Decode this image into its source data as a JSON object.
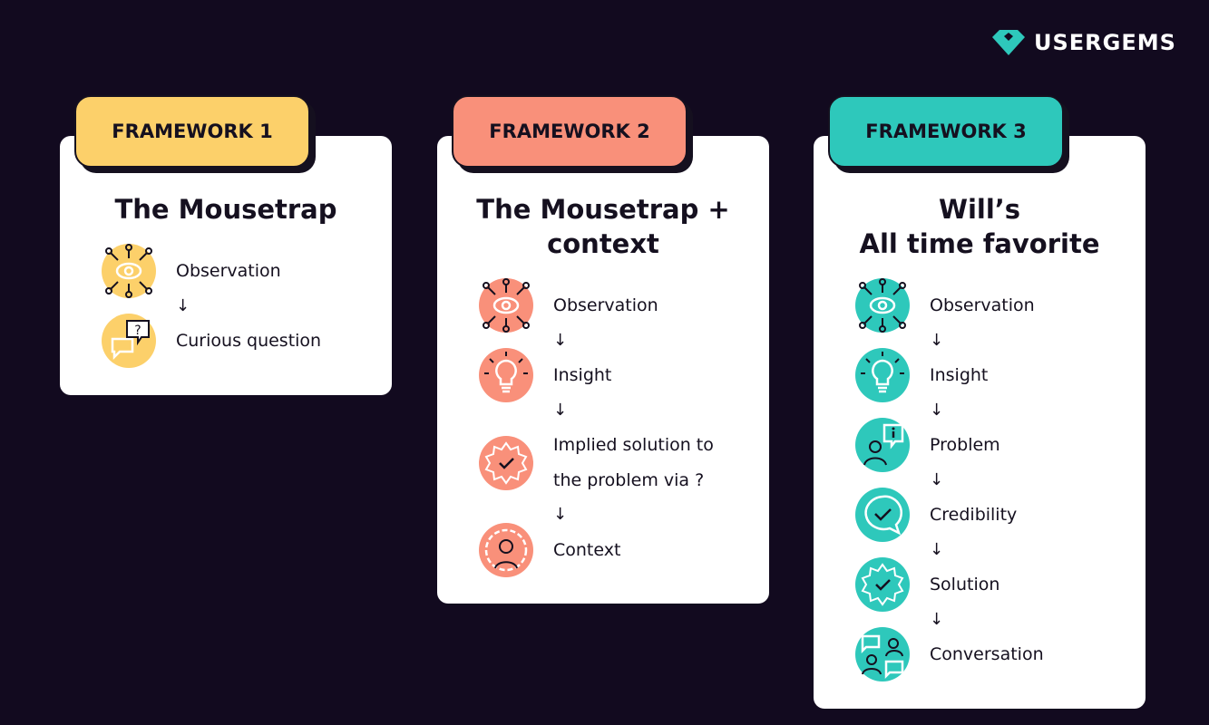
{
  "brand": {
    "name": "USERGEMS",
    "color": "#2ec8bb"
  },
  "arrow": "↓",
  "frameworks": [
    {
      "tab": "FRAMEWORK 1",
      "color": "#fcd06a",
      "title_lines": [
        "The Mousetrap"
      ],
      "steps": [
        {
          "label": "Observation",
          "icon": "eye-network-icon"
        },
        {
          "label": "Curious question",
          "icon": "question-chat-icon"
        }
      ]
    },
    {
      "tab": "FRAMEWORK 2",
      "color": "#f9907a",
      "title_lines": [
        "The Mousetrap +",
        "context"
      ],
      "steps": [
        {
          "label": "Observation",
          "icon": "eye-network-icon"
        },
        {
          "label": "Insight",
          "icon": "lightbulb-icon"
        },
        {
          "label": "Implied solution to the problem via ?",
          "icon": "badge-check-icon"
        },
        {
          "label": "Context",
          "icon": "person-gear-icon"
        }
      ]
    },
    {
      "tab": "FRAMEWORK 3",
      "color": "#2ec8bb",
      "title_lines": [
        "Will’s",
        "All time favorite"
      ],
      "steps": [
        {
          "label": "Observation",
          "icon": "eye-network-icon"
        },
        {
          "label": "Insight",
          "icon": "lightbulb-icon"
        },
        {
          "label": "Problem",
          "icon": "person-info-icon"
        },
        {
          "label": "Credibility",
          "icon": "chat-check-icon"
        },
        {
          "label": "Solution",
          "icon": "badge-check-icon"
        },
        {
          "label": "Conversation",
          "icon": "people-chat-icon"
        }
      ]
    }
  ]
}
